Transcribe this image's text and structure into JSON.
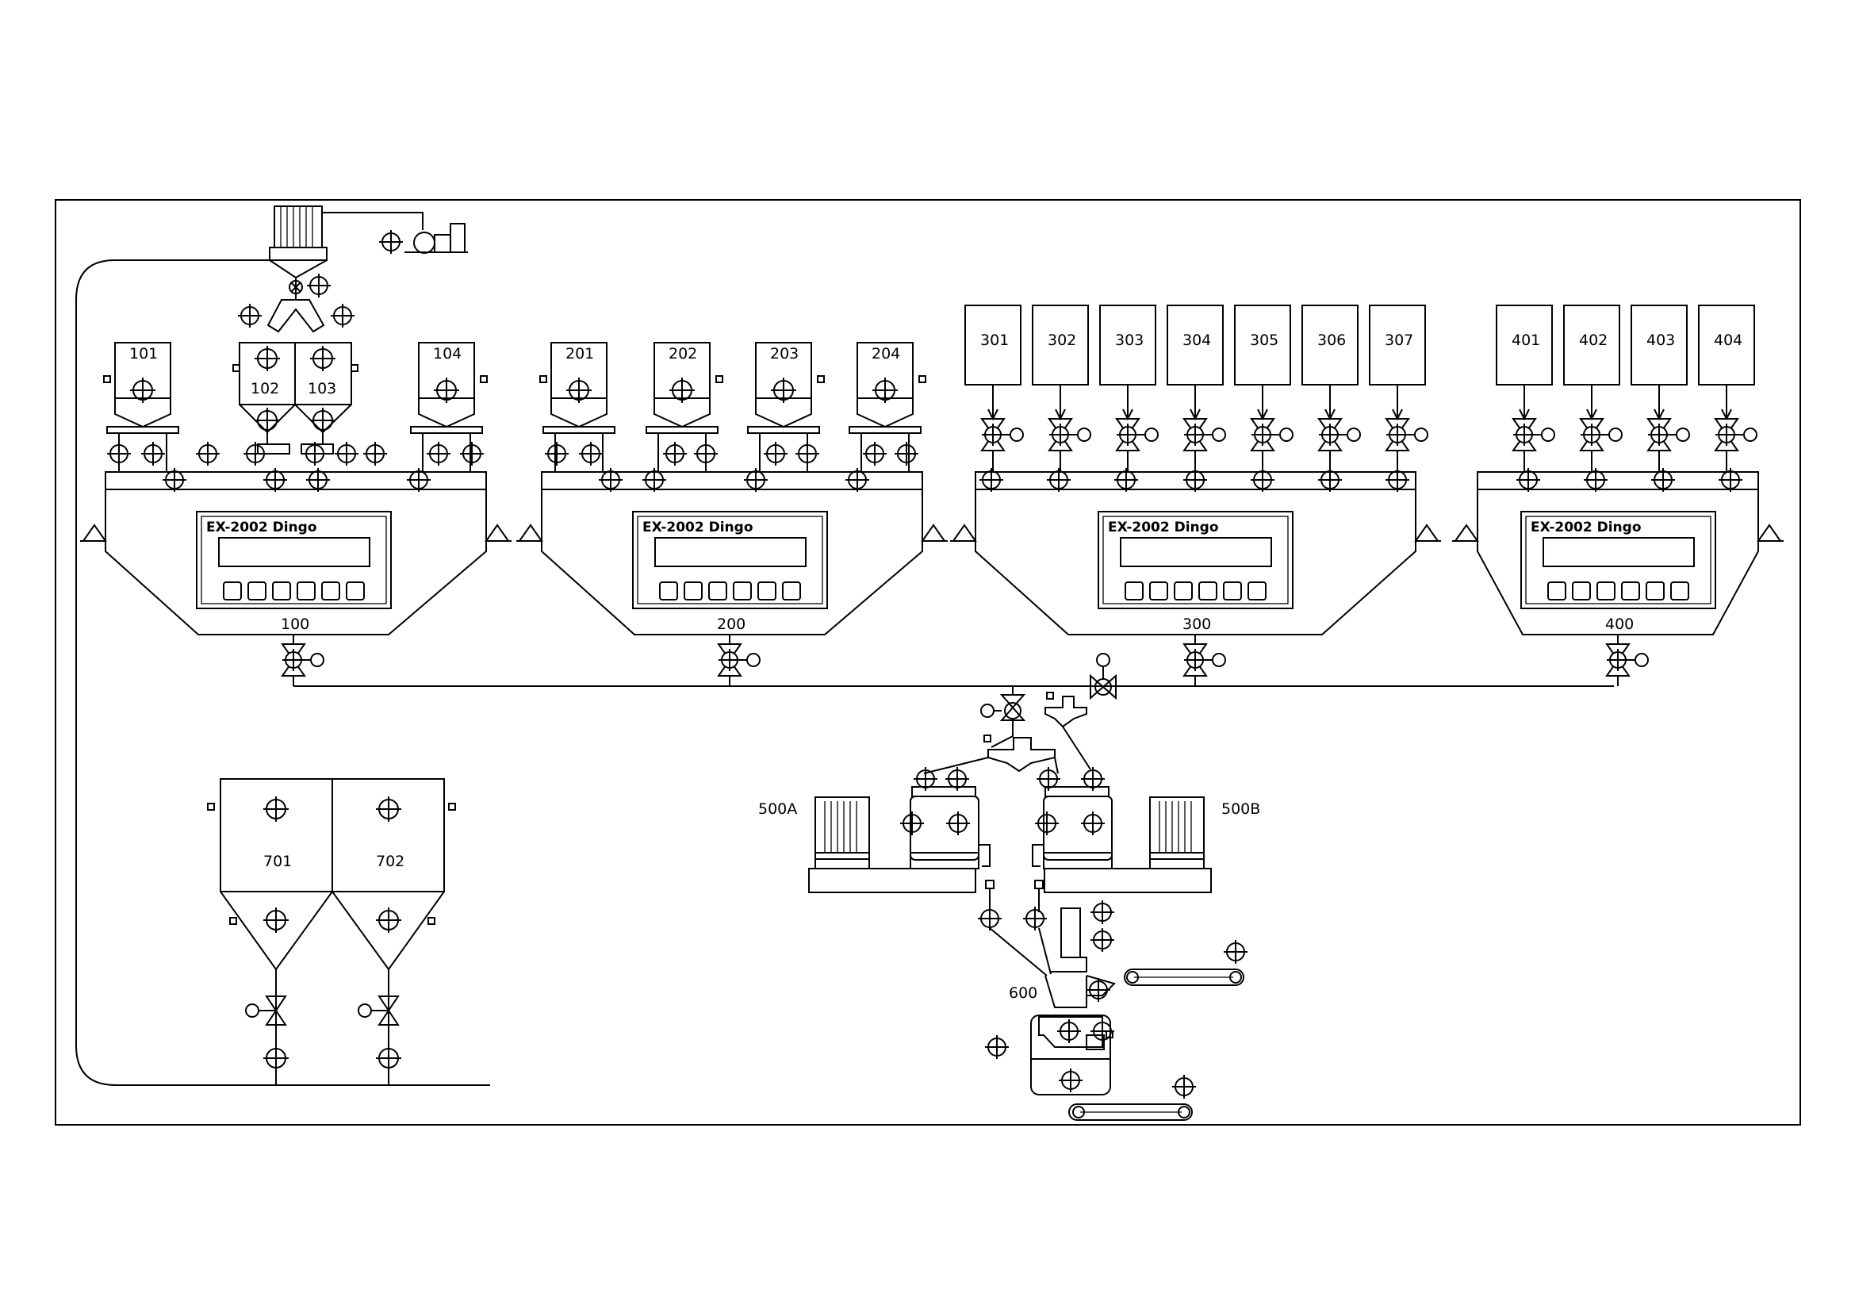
{
  "scale_modules": [
    {
      "id": "100",
      "display": "EX-2002 Dingo"
    },
    {
      "id": "200",
      "display": "EX-2002 Dingo"
    },
    {
      "id": "300",
      "display": "EX-2002 Dingo"
    },
    {
      "id": "400",
      "display": "EX-2002 Dingo"
    }
  ],
  "hoppers_100": [
    "101",
    "102",
    "103",
    "104"
  ],
  "hoppers_200": [
    "201",
    "202",
    "203",
    "204"
  ],
  "tanks_300": [
    "301",
    "302",
    "303",
    "304",
    "305",
    "306",
    "307"
  ],
  "tanks_400": [
    "401",
    "402",
    "403",
    "404"
  ],
  "mixers": {
    "left": "500A",
    "right": "500B"
  },
  "packer": "600",
  "silos": [
    "701",
    "702"
  ]
}
